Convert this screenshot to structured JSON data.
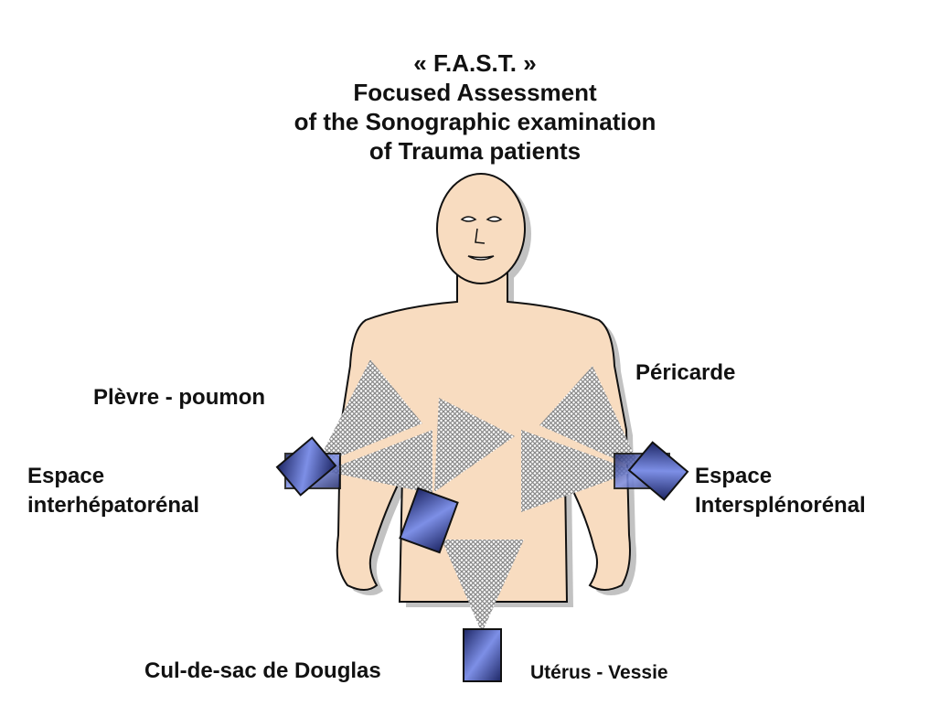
{
  "title": {
    "line1": "« F.A.S.T. »",
    "line2": "Focused Assessment",
    "line3": "of the Sonographic examination",
    "line4": "of Trauma patients"
  },
  "labels": {
    "pleural": "Plèvre - poumon",
    "pericardium": "Péricarde",
    "hepatorenal_1": "Espace",
    "hepatorenal_2": "interhépatorénal",
    "splenorenal_1": "Espace",
    "splenorenal_2": "Intersplénorénal",
    "douglas": "Cul-de-sac de Douglas",
    "bladder": "Utérus - Vessie"
  },
  "colors": {
    "skin": "#f8dcc0",
    "probe": "#3a4aa0",
    "outline": "#111111"
  }
}
